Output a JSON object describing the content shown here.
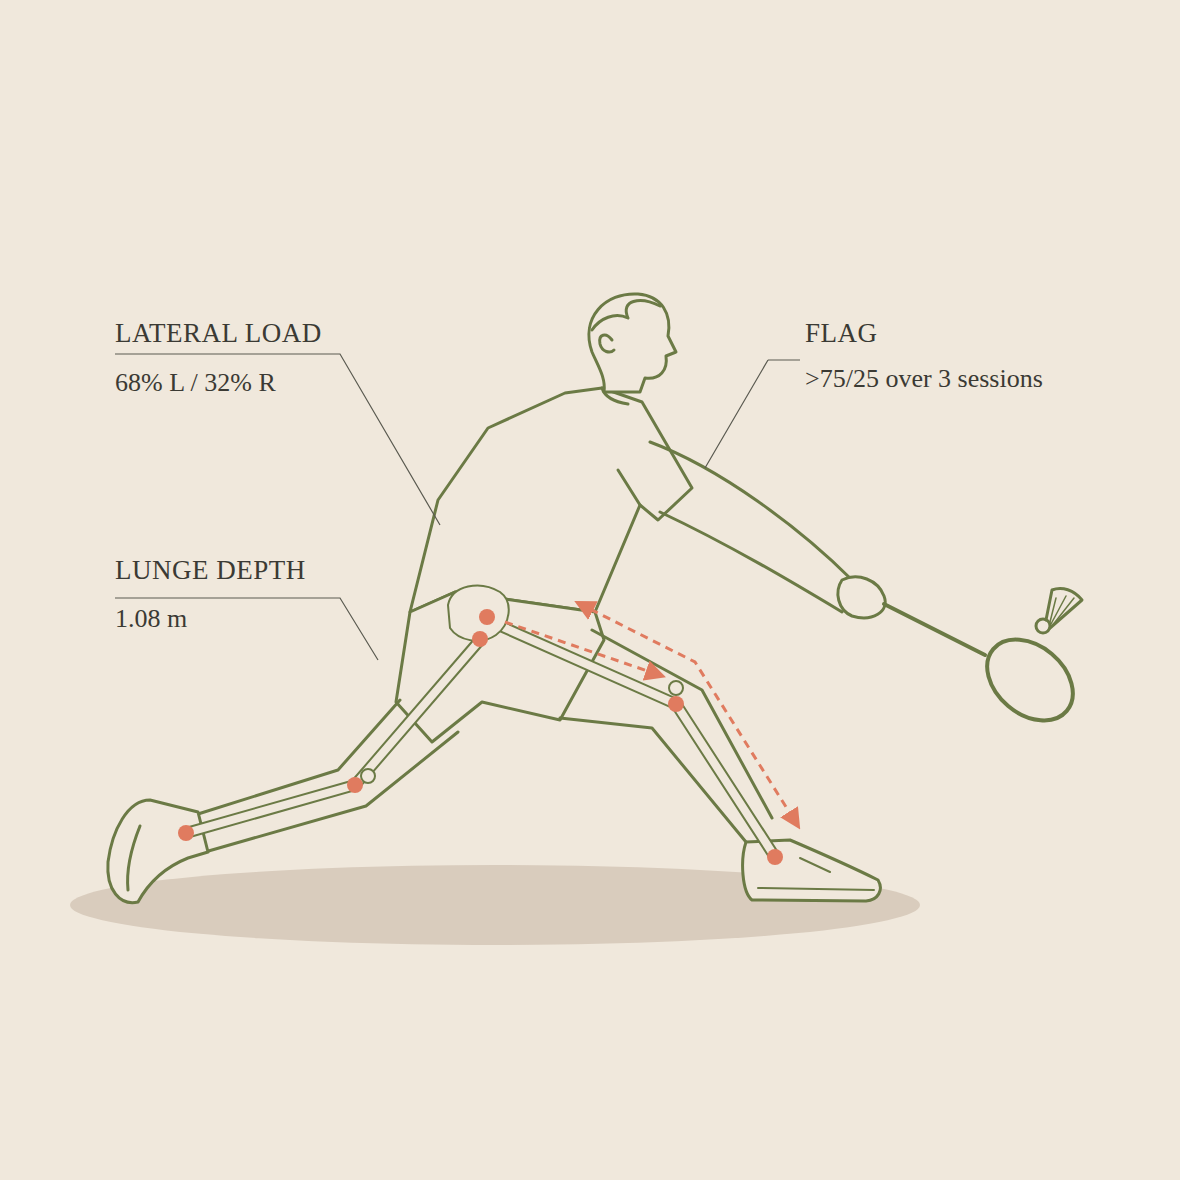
{
  "diagram": {
    "labels": [
      "LATERAL LOAD",
      "68% L / 32% R",
      "FLAG",
      ">75/25 over 3 sessions",
      "LUNGE DEPTH",
      "1.08 m"
    ]
  }
}
